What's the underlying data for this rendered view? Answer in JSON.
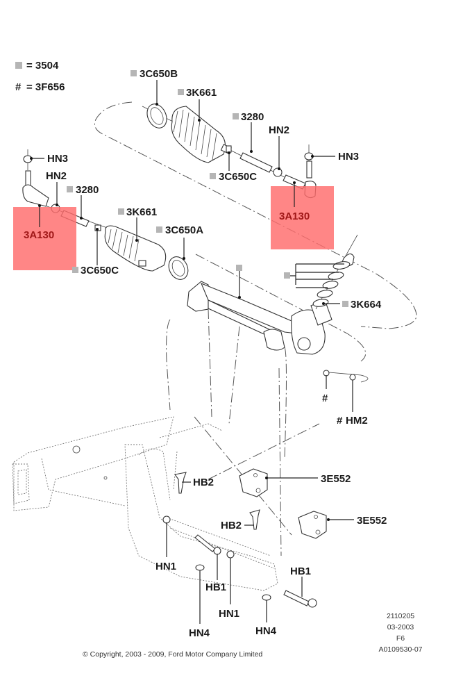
{
  "legend": {
    "square_symbol_meaning": "= 3504",
    "hash_symbol": "#",
    "hash_symbol_meaning": "= 3F656"
  },
  "colors": {
    "highlight": "#ff6b6b",
    "highlight_text": "#a01818",
    "marker_square": "#b5b5b5",
    "line": "#222222"
  },
  "callouts": {
    "upper_boot_clamp": "3C650B",
    "upper_boot": "3K661",
    "upper_inner_tie_rod": "3280",
    "upper_jam_nut": "HN2",
    "upper_tie_rod_end_nut": "HN3",
    "upper_clip": "3C650C",
    "upper_tie_rod_end": "3A130",
    "left_tie_rod_end_nut": "HN3",
    "left_jam_nut": "HN2",
    "left_inner_tie_rod": "3280",
    "left_tie_rod_end": "3A130",
    "lower_boot": "3K661",
    "lower_boot_clamp": "3C650A",
    "lower_clip": "3C650C",
    "pinion_seal": "3K664",
    "hm2_label": "HM2",
    "hash_mark": "#",
    "bushing_1": "3E552",
    "bushing_2": "3E552",
    "bolt_hb2_1": "HB2",
    "bolt_hb2_2": "HB2",
    "nut_hn1_1": "HN1",
    "nut_hn1_2": "HN1",
    "bolt_hb1_1": "HB1",
    "bolt_hb1_2": "HB1",
    "nut_hn4_1": "HN4",
    "nut_hn4_2": "HN4"
  },
  "highlighted_parts": [
    "3A130",
    "3A130"
  ],
  "document_info": {
    "line1": "2110205",
    "line2": "03-2003",
    "line3": "F6",
    "line4": "A0109530-07"
  },
  "copyright": "© Copyright, 2003 - 2009, Ford Motor Company Limited"
}
